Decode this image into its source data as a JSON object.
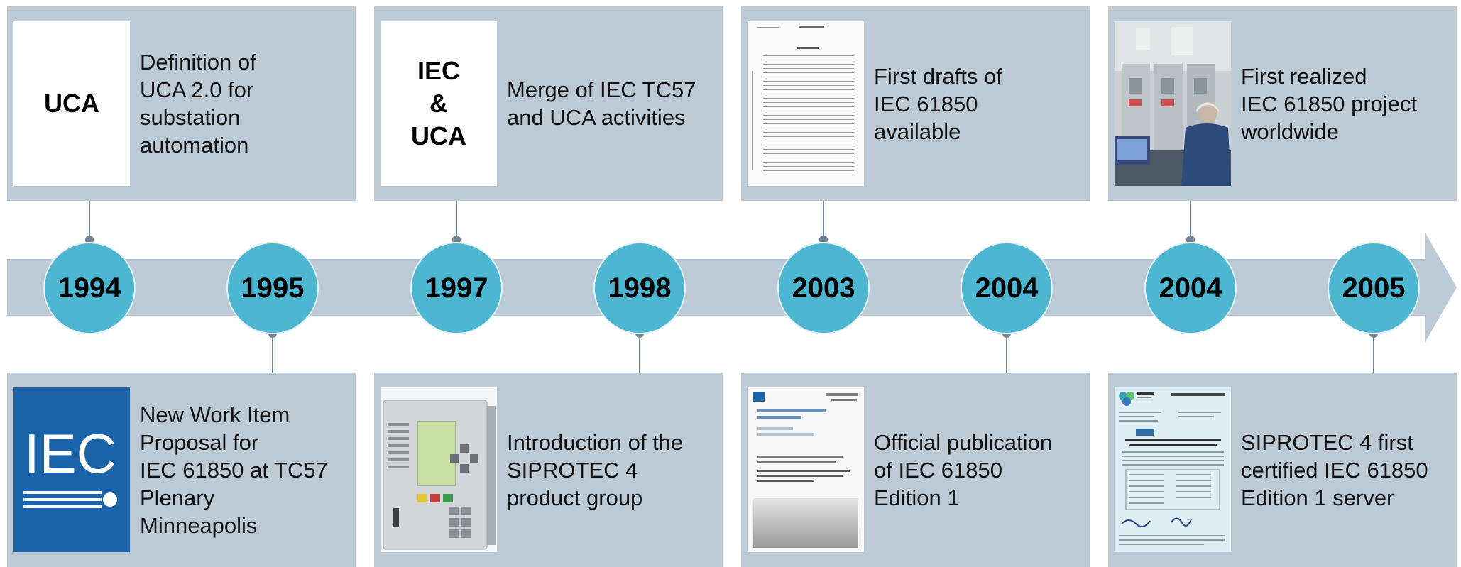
{
  "colors": {
    "card": "#bccad6",
    "circle": "#4db6d1",
    "connector": "#6f8593",
    "iec_blue": "#1b63a9"
  },
  "years": [
    "1994",
    "1995",
    "1997",
    "1998",
    "2003",
    "2004",
    "2004",
    "2005"
  ],
  "top_cards": [
    {
      "thumb_label": "UCA",
      "text": "Definition of\nUCA 2.0 for\nsubstation\nautomation"
    },
    {
      "thumb_label": "IEC\n&\nUCA",
      "text": "Merge of IEC TC57\nand UCA activities"
    },
    {
      "thumb_icon": "document-toc-thumbnail",
      "text": "First drafts of\nIEC 61850\navailable"
    },
    {
      "thumb_icon": "engineer-substation-photo",
      "text": "First realized\nIEC 61850 project\nworldwide"
    }
  ],
  "bottom_cards": [
    {
      "thumb_icon": "iec-logo",
      "logo_text": "IEC",
      "text": "New Work Item\nProposal for\nIEC 61850 at TC57\nPlenary\nMinneapolis"
    },
    {
      "thumb_icon": "siprotec-device-photo",
      "text": "Introduction of the\nSIPROTEC 4\nproduct group"
    },
    {
      "thumb_icon": "iec-standard-cover",
      "text": "Official publication\nof IEC 61850\nEdition 1"
    },
    {
      "thumb_icon": "uca-certificate-thumbnail",
      "text": "SIPROTEC 4 first\ncertified IEC 61850\nEdition 1 server"
    }
  ]
}
